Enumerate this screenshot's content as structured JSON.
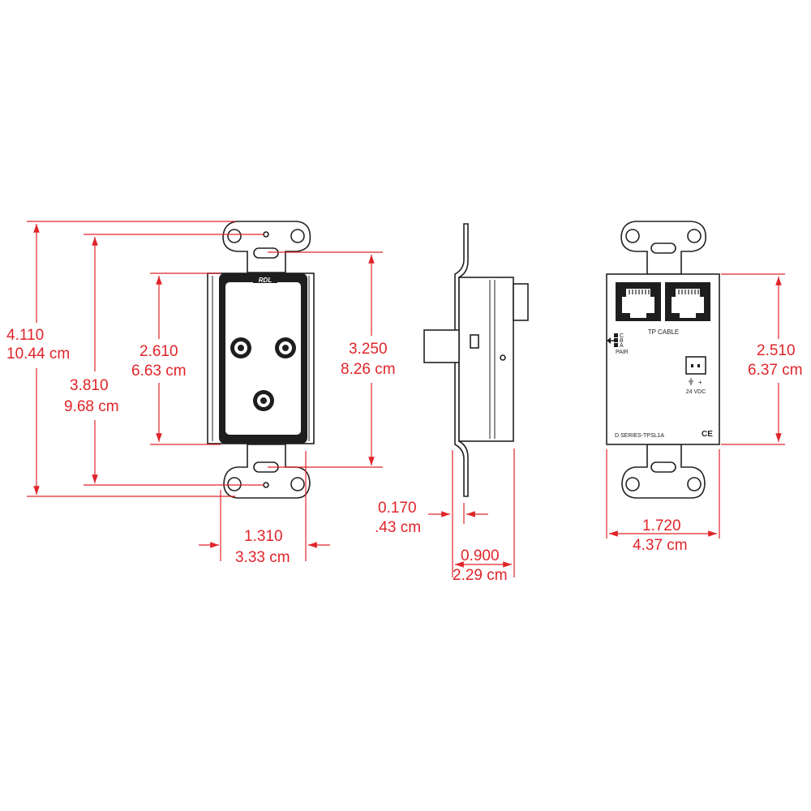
{
  "colors": {
    "dimension": "#e0242a",
    "outline": "#222222",
    "background": "#ffffff"
  },
  "front": {
    "brand": "RDL",
    "height_total": {
      "in": "4.110",
      "cm": "10.44 cm"
    },
    "height_mount": {
      "in": "3.810",
      "cm": "9.68 cm"
    },
    "height_panel": {
      "in": "2.610",
      "cm": "6.63 cm"
    },
    "height_plate": {
      "in": "3.250",
      "cm": "8.26 cm"
    },
    "width": {
      "in": "1.310",
      "cm": "3.33 cm"
    }
  },
  "side": {
    "flange": {
      "in": "0.170",
      "cm": ".43 cm"
    },
    "depth": {
      "in": "0.900",
      "cm": "2.29 cm"
    }
  },
  "rear": {
    "tp_cable": "TP CABLE",
    "pair_letters": [
      "C",
      "B",
      "A"
    ],
    "pair": "PAIR",
    "power": "24 VDC",
    "plus": "+",
    "model": "D SERIES-TPSL1A",
    "ce": "CE",
    "height": {
      "in": "2.510",
      "cm": "6.37 cm"
    },
    "width": {
      "in": "1.720",
      "cm": "4.37 cm"
    }
  }
}
